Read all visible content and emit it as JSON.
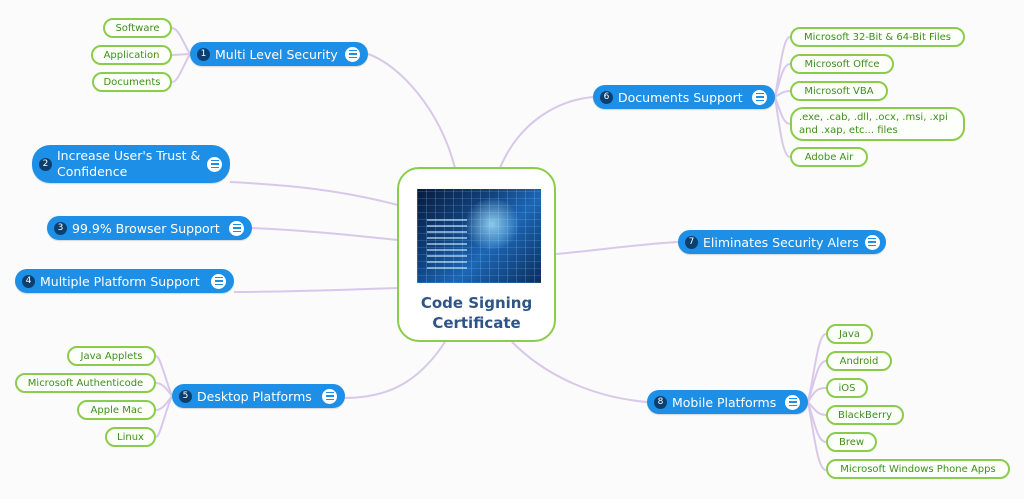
{
  "center": {
    "title_line1": "Code Signing",
    "title_line2": "Certificate"
  },
  "branches": [
    {
      "num": "1",
      "label": "Multi Level Security",
      "leaves": [
        "Software",
        "Application",
        "Documents"
      ]
    },
    {
      "num": "2",
      "label": "Increase User's Trust & Confidence",
      "leaves": []
    },
    {
      "num": "3",
      "label": "99.9% Browser Support",
      "leaves": []
    },
    {
      "num": "4",
      "label": "Multiple Platform Support",
      "leaves": []
    },
    {
      "num": "5",
      "label": "Desktop Platforms",
      "leaves": [
        "Java Applets",
        "Microsoft Authenticode",
        "Apple Mac",
        "Linux"
      ]
    },
    {
      "num": "6",
      "label": "Documents Support",
      "leaves": [
        "Microsoft 32-Bit & 64-Bit Files",
        "Microsoft Offce",
        "Microsoft VBA",
        ".exe, .cab, .dll, .ocx, .msi, .xpi and .xap, etc... files",
        "Adobe Air"
      ]
    },
    {
      "num": "7",
      "label": "Eliminates Security Alers",
      "leaves": []
    },
    {
      "num": "8",
      "label": "Mobile Platforms",
      "leaves": [
        "Java",
        "Android",
        "iOS",
        "BlackBerry",
        "Brew",
        "Microsoft Windows Phone Apps"
      ]
    }
  ],
  "colors": {
    "branch": "#1e8fe6",
    "leaf_border": "#8ccc4d",
    "leaf_text": "#3f8f1b",
    "connector": "#d9c8ea",
    "center_title": "#2f5586"
  },
  "icons": {
    "note": "note-icon"
  }
}
